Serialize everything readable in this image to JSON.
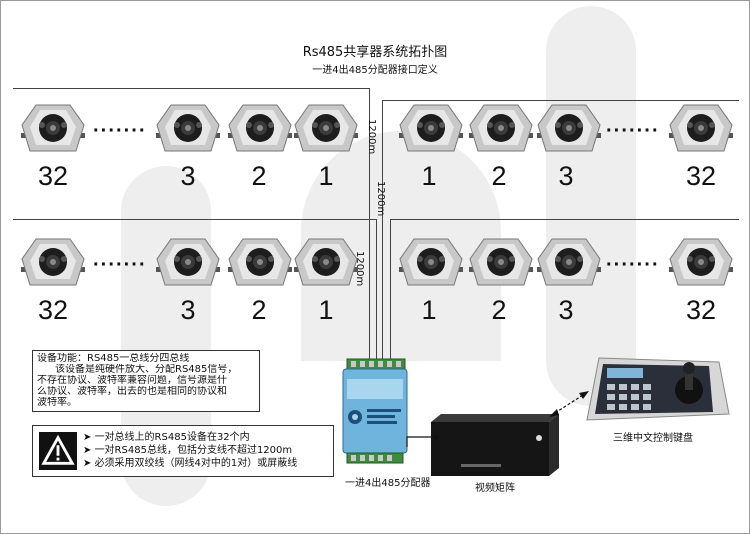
{
  "title": "Rs485共享器系统拓扑图",
  "subtitle": "一进4出485分配器接口定义",
  "cameras": {
    "top_left": [
      "32",
      "3",
      "2",
      "1"
    ],
    "top_right": [
      "1",
      "2",
      "3",
      "32"
    ],
    "bottom_left": [
      "32",
      "3",
      "2",
      "1"
    ],
    "bottom_right": [
      "1",
      "2",
      "3",
      "32"
    ]
  },
  "ellipsis": "·······",
  "distance_label": "1200m",
  "info": {
    "heading": "设备功能：RS485一总线分四总线",
    "lines": [
      "该设备是纯硬件放大、分配RS485信号，",
      "不存在协议、波特率兼容问题，信号源是什",
      "么协议、波特率，出去的也是相同的协议和",
      "波特率。"
    ]
  },
  "warnings": [
    "一对总线上的RS485设备在32个内",
    "一对RS485总线，包括分支线不超过1200m",
    "必须采用双绞线（网线4对中的1对）或屏蔽线"
  ],
  "devices": {
    "distributor": "一进4出485分配器",
    "matrix": "视频矩阵",
    "keyboard": "三维中文控制键盘"
  }
}
